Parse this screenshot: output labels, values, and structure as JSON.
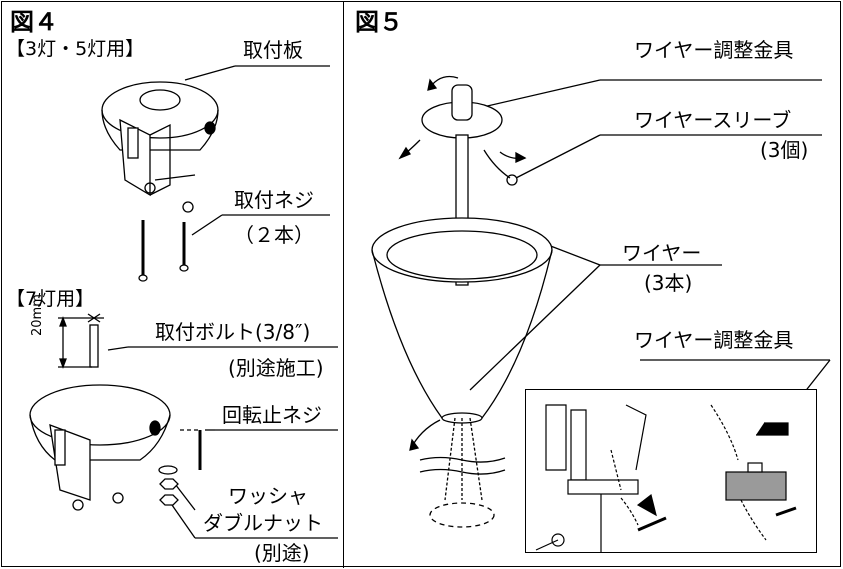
{
  "fig4": {
    "title": "図４",
    "section_3_5": "【3灯・5灯用】",
    "plate_label": "取付板",
    "screw_label": "取付ネジ",
    "screw_count": "（２本）",
    "section_7": "【7灯用】",
    "bolt_label": "取付ボルト(3/8″)",
    "bolt_note": "(別途施工)",
    "dim_label": "20mm",
    "stop_screw_label": "回転止ネジ",
    "washer_label": "ワッシャ",
    "double_nut_label": "ダブルナット",
    "separate_note": "(別途)"
  },
  "fig5": {
    "title": "図５",
    "adjuster_label": "ワイヤー調整金具",
    "sleeve_label": "ワイヤースリーブ",
    "sleeve_count": "(3個)",
    "wire_label": "ワイヤー",
    "wire_count": "(3本)",
    "inset_adjuster_label": "ワイヤー調整金具"
  }
}
